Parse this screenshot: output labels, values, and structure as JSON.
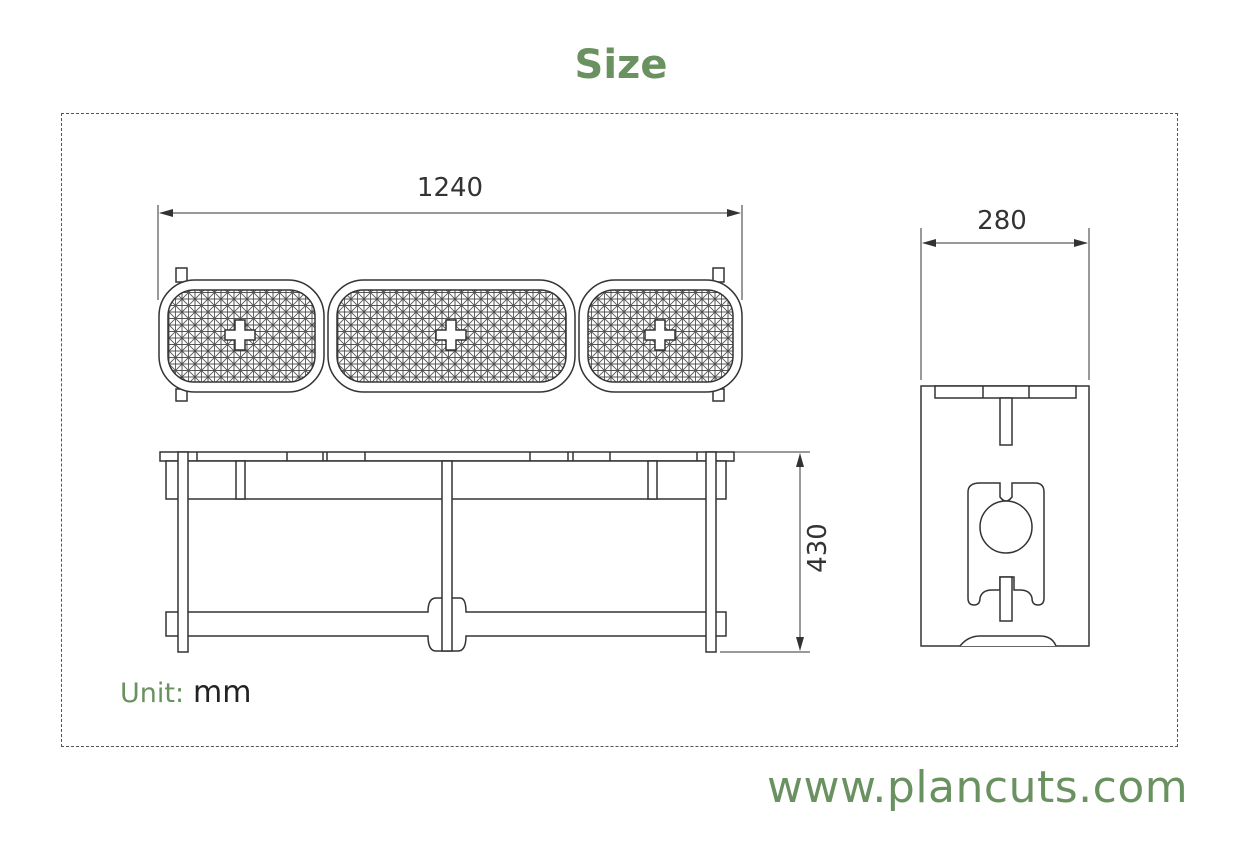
{
  "title": "Size",
  "dimensions": {
    "length": "1240",
    "depth": "280",
    "height": "430"
  },
  "unit": {
    "label": "Unit:",
    "value": "mm"
  },
  "website": "www.plancuts.com",
  "colors": {
    "accent": "#6a9160",
    "line": "#333333"
  }
}
